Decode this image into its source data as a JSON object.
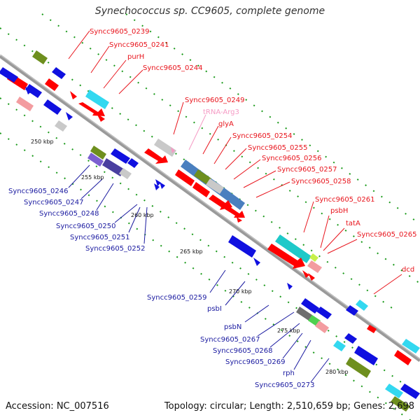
{
  "title": "Synechococcus sp. CC9605, complete genome",
  "accession": "Accession: NC_007516",
  "topology": "Topology: circular; Length: 2,510,659 bp; Genes: 2,698",
  "kbp_labels": [
    "250 kbp",
    "255 kbp",
    "260 kbp",
    "265 kbp",
    "270 kbp",
    "275 kbp",
    "280 kbp"
  ],
  "forward_labels": [
    "Syncc9605_0239",
    "Syncc9605_0241",
    "purH",
    "Syncc9605_0244",
    "Syncc9605_0249",
    "tRNA-Arg3",
    "glyA",
    "Syncc9605_0254",
    "Syncc9605_0255",
    "Syncc9605_0256",
    "Syncc9605_0257",
    "Syncc9605_0258",
    "Syncc9605_0261",
    "psbH",
    "tatA",
    "Syncc9605_0265",
    "dcd"
  ],
  "reverse_labels": [
    "Syncc9605_0246",
    "Syncc9605_0247",
    "Syncc9605_0248",
    "Syncc9605_0250",
    "Syncc9605_0251",
    "Syncc9605_0252",
    "Syncc9605_0259",
    "psbI",
    "psbN",
    "Syncc9605_0267",
    "Syncc9605_0268",
    "Syncc9605_0269",
    "rph",
    "Syncc9605_0273"
  ],
  "colors": {
    "forward_cds": "#ff0000",
    "reverse_cds": "#1010e0",
    "backbone": "#8a8a8a",
    "dots": "#1a9a1a",
    "forward_label": "#e8141c",
    "reverse_label": "#1a1aa0",
    "trna_label": "#f59ac4"
  }
}
